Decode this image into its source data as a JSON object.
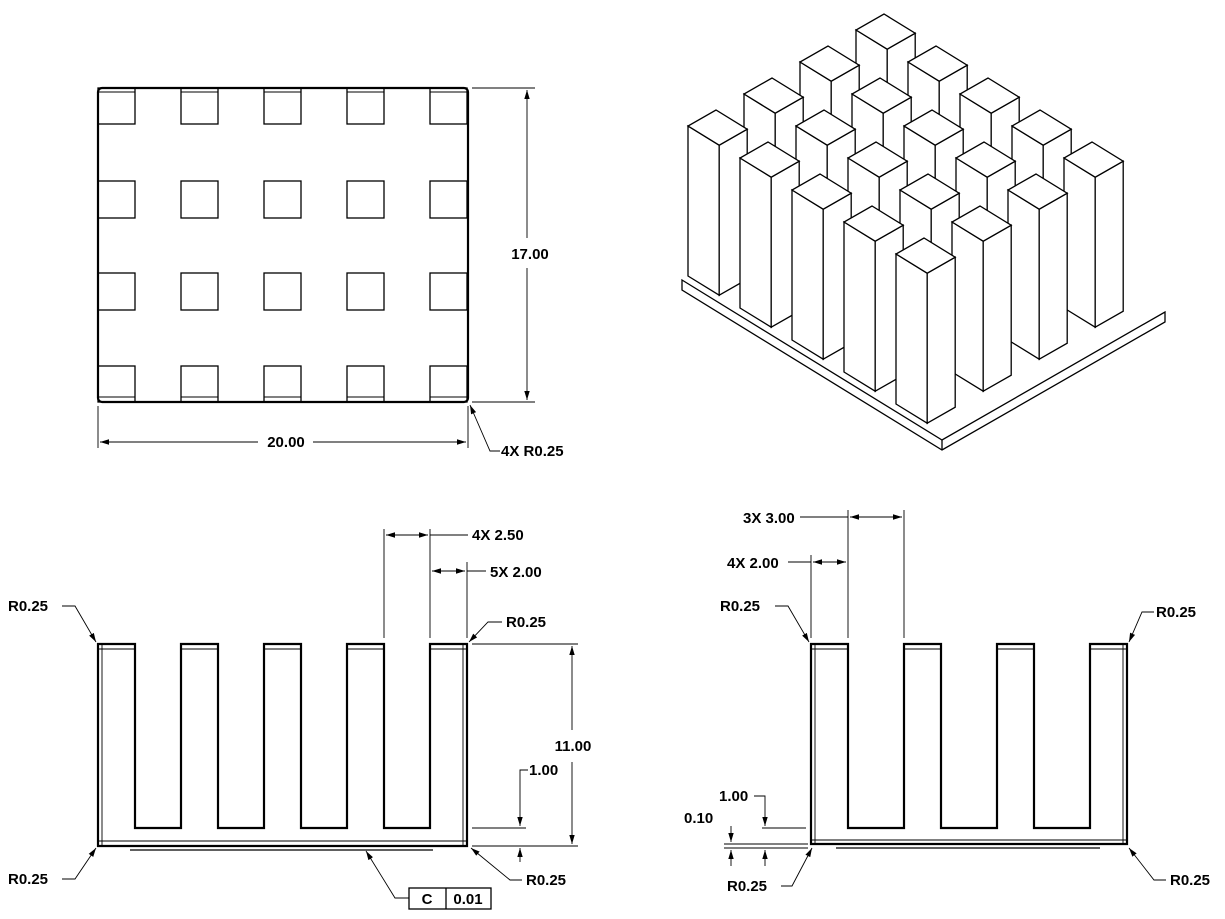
{
  "top_view": {
    "width_dim": "20.00",
    "height_dim": "17.00",
    "corner_note": "4X R0.25"
  },
  "front_view": {
    "pitch_dim": "4X 2.50",
    "fin_dim": "5X 2.00",
    "height_dim": "11.00",
    "base_dim": "1.00",
    "radius_tl": "R0.25",
    "radius_tr": "R0.25",
    "radius_bl": "R0.25",
    "radius_br": "R0.25",
    "flatness_symbol": "C",
    "flatness_value": "0.01"
  },
  "side_view": {
    "gap_dim": "3X 3.00",
    "fin_dim": "4X 2.00",
    "base_dim": "1.00",
    "lip_dim": "0.10",
    "radius_tl": "R0.25",
    "radius_tr": "R0.25",
    "radius_bl": "R0.25",
    "radius_br": "R0.25"
  }
}
